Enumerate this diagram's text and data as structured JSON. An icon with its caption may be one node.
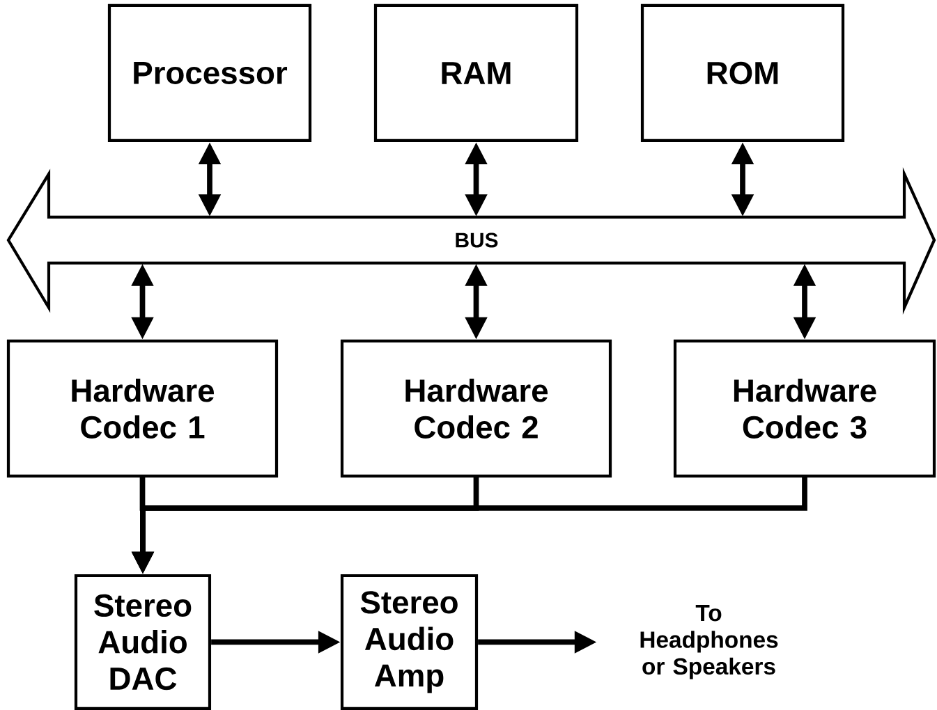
{
  "diagram": {
    "nodes": [
      {
        "text": [
          "Processor"
        ]
      },
      {
        "text": [
          "RAM"
        ]
      },
      {
        "text": [
          "ROM"
        ]
      },
      {
        "text": [
          "BUS"
        ]
      },
      {
        "text": [
          "Hardware Codec 1"
        ]
      },
      {
        "text": [
          "Hardware Codec 2"
        ]
      },
      {
        "text": [
          "Hardware Codec 3"
        ]
      },
      {
        "text": [
          "Stereo Audio DAC"
        ]
      },
      {
        "text": [
          "Stereo Audio Amp"
        ]
      },
      {
        "text": [
          "To Headphones or Speakers"
        ]
      }
    ],
    "edges": [
      {
        "from": 0,
        "to": 3,
        "arrow": "both"
      },
      {
        "from": 1,
        "to": 3,
        "arrow": "both"
      },
      {
        "from": 2,
        "to": 3,
        "arrow": "both"
      },
      {
        "from": 3,
        "to": 4,
        "arrow": "both"
      },
      {
        "from": 3,
        "to": 5,
        "arrow": "both"
      },
      {
        "from": 3,
        "to": 6,
        "arrow": "both"
      },
      {
        "from": 4,
        "to": 7,
        "arrow": "to"
      },
      {
        "from": 5,
        "to": 7,
        "arrow": "to"
      },
      {
        "from": 6,
        "to": 7,
        "arrow": "to"
      },
      {
        "from": 7,
        "to": 8,
        "arrow": "to"
      },
      {
        "from": 8,
        "to": 9,
        "arrow": "to"
      }
    ]
  }
}
